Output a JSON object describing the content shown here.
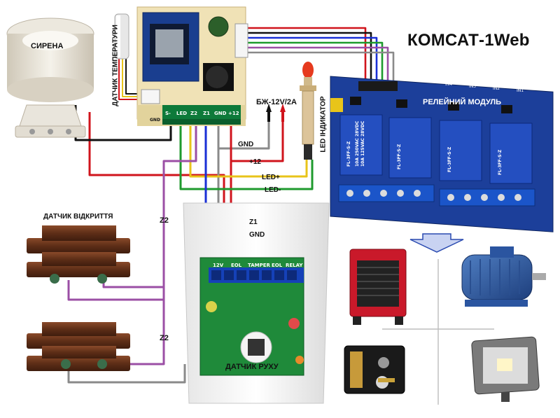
{
  "title": "КОМСАТ-1Web",
  "labels": {
    "siren": "СИРЕНА",
    "temp_sensor": "ДАТЧИК ТЕМПЕРАТУРИ",
    "power_supply": "БЖ-12V/2A",
    "led_indicator": "LED ІНДИКАТОР",
    "relay_module": "РЕЛЕЙНИЙ МОДУЛЬ",
    "door_sensor": "ДАТЧИК ВІДКРИТТЯ",
    "motion_sensor": "ДАТЧИК РУХУ"
  },
  "controller_terminals": [
    "S-",
    "LED",
    "Z2",
    "Z1",
    "GND",
    "+12"
  ],
  "controller_gnd": "GND",
  "wires": {
    "gnd": "GND",
    "plus12": "+12",
    "led_plus": "LED+",
    "led_minus": "LED-",
    "z1": "Z1",
    "z2_a": "Z2",
    "z2_b": "Z2",
    "gnd_motion": "GND"
  },
  "motion_terminals": [
    "12V",
    "EOL",
    "TAMPER",
    "EOL",
    "RELAY"
  ],
  "relay_indicators": [
    "IN4",
    "IN3",
    "IN2",
    "IN1"
  ],
  "relay_specs": {
    "model": "FL-3FF-S-Z",
    "v1": "10A 250VAC 28VDC",
    "v2": "10A 125VAC 28VDC"
  },
  "colors": {
    "wire_red": "#d0141c",
    "wire_black": "#111111",
    "wire_green": "#1f9a2e",
    "wire_blue": "#1a2fd6",
    "wire_yellow": "#e8c41a",
    "wire_purple": "#9b4fa5",
    "wire_gray": "#8a8a8a",
    "relay_blue": "#1c3f9a",
    "pcb_green": "#1f8a3a"
  },
  "icons": [
    "siren-icon",
    "temperature-probe-icon",
    "led-indicator-icon",
    "heater-icon",
    "motor-icon",
    "lock-icon",
    "floodlight-icon",
    "arrow-down-icon"
  ]
}
